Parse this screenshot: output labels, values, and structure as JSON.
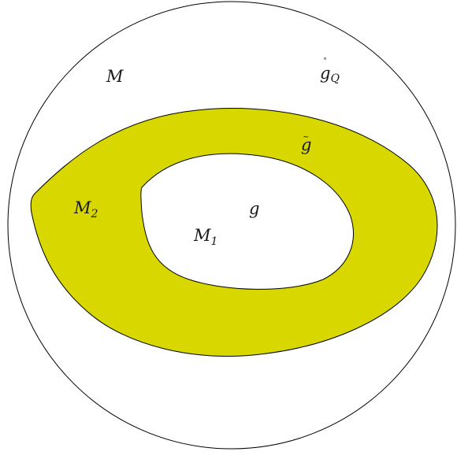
{
  "colors": {
    "background": "#ffffff",
    "stroke": "#000000",
    "annulus_fill": "#d8d800",
    "hole_fill": "#ffffff"
  },
  "labels": {
    "M": {
      "base": "M",
      "sub": ""
    },
    "g_ring_Q": {
      "base": "g",
      "sub": "Q",
      "accent": "˚"
    },
    "g_tilde": {
      "base": "g",
      "sub": "",
      "accent": "~"
    },
    "M2": {
      "base": "M",
      "sub": "2"
    },
    "g": {
      "base": "g",
      "sub": ""
    },
    "M1": {
      "base": "M",
      "sub": "1"
    }
  }
}
